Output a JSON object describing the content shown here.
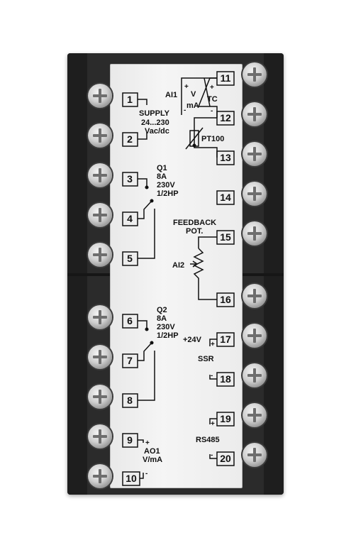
{
  "terminals": [
    "1",
    "2",
    "3",
    "4",
    "5",
    "6",
    "7",
    "8",
    "9",
    "10",
    "11",
    "12",
    "13",
    "14",
    "15",
    "16",
    "17",
    "18",
    "19",
    "20"
  ],
  "labels": {
    "supply": "SUPPLY",
    "supply_range": "24...230",
    "supply_type": "Vac/dc",
    "q1": "Q1",
    "q2": "Q2",
    "current": "8A",
    "voltage": "230V",
    "power": "1/2HP",
    "ai1": "AI1",
    "v": "V",
    "ma": "mA",
    "tc": "TC",
    "pt100": "PT100",
    "feedback": "FEEDBACK",
    "pot": "POT.",
    "ai2": "AI2",
    "plus24v": "+24V",
    "ssr": "SSR",
    "rs485": "RS485",
    "ao1": "AO1",
    "vma": "V/mA",
    "plus": "+",
    "minus": "-"
  },
  "colors": {
    "housing": "#2b2b2b",
    "label_plate": "#efefef",
    "screw": "#c8c8c8",
    "ink": "#111111"
  }
}
